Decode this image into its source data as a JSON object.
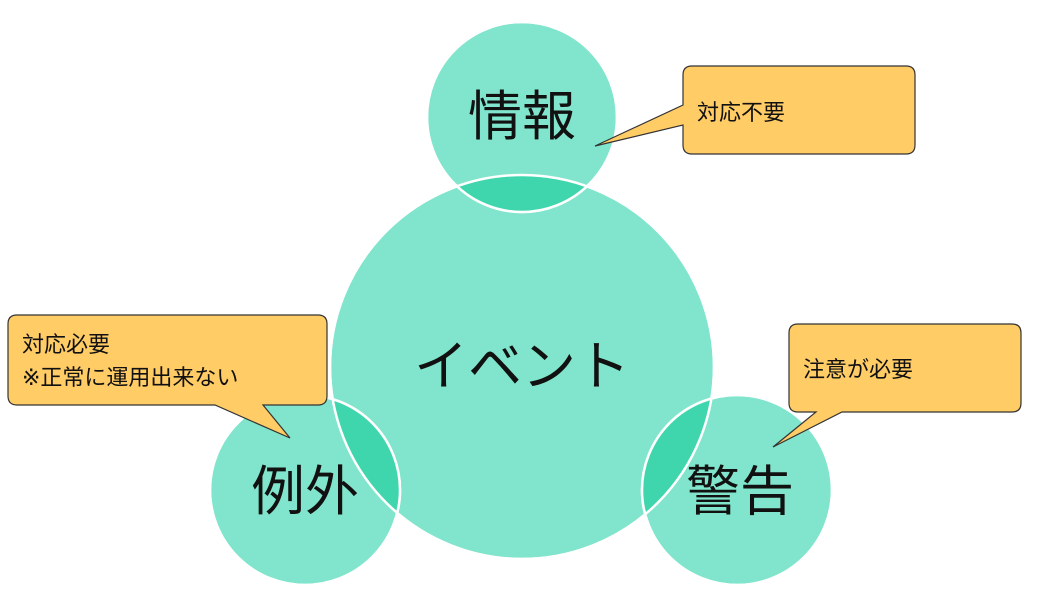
{
  "colors": {
    "circle_fill": "#80e5cc",
    "overlap_fill": "#3fd6ae",
    "circle_stroke": "#ffffff",
    "callout_fill": "#ffcc66",
    "callout_stroke": "#333333",
    "text": "#111111"
  },
  "center": {
    "label": "イベント"
  },
  "nodes": {
    "info": {
      "label": "情報",
      "note_lines": [
        "対応不要"
      ]
    },
    "warning": {
      "label": "警告",
      "note_lines": [
        "注意が必要"
      ]
    },
    "exception": {
      "label": "例外",
      "note_lines": [
        "対応必要",
        "※正常に運用出来ない"
      ]
    }
  }
}
